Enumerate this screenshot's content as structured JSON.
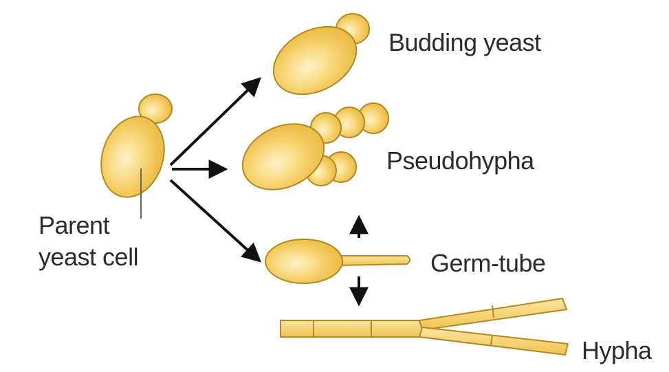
{
  "colors": {
    "cell_fill": "#f0c451",
    "cell_highlight": "#fbe6a6",
    "cell_outline": "#b08a1f",
    "arrow": "#111111",
    "text": "#2b2b2b"
  },
  "labels": {
    "budding_yeast": "Budding yeast",
    "pseudohypha": "Pseudohypha",
    "germ_tube": "Germ-tube",
    "hypha": "Hypha",
    "parent_line1": "Parent",
    "parent_line2": "yeast cell"
  }
}
